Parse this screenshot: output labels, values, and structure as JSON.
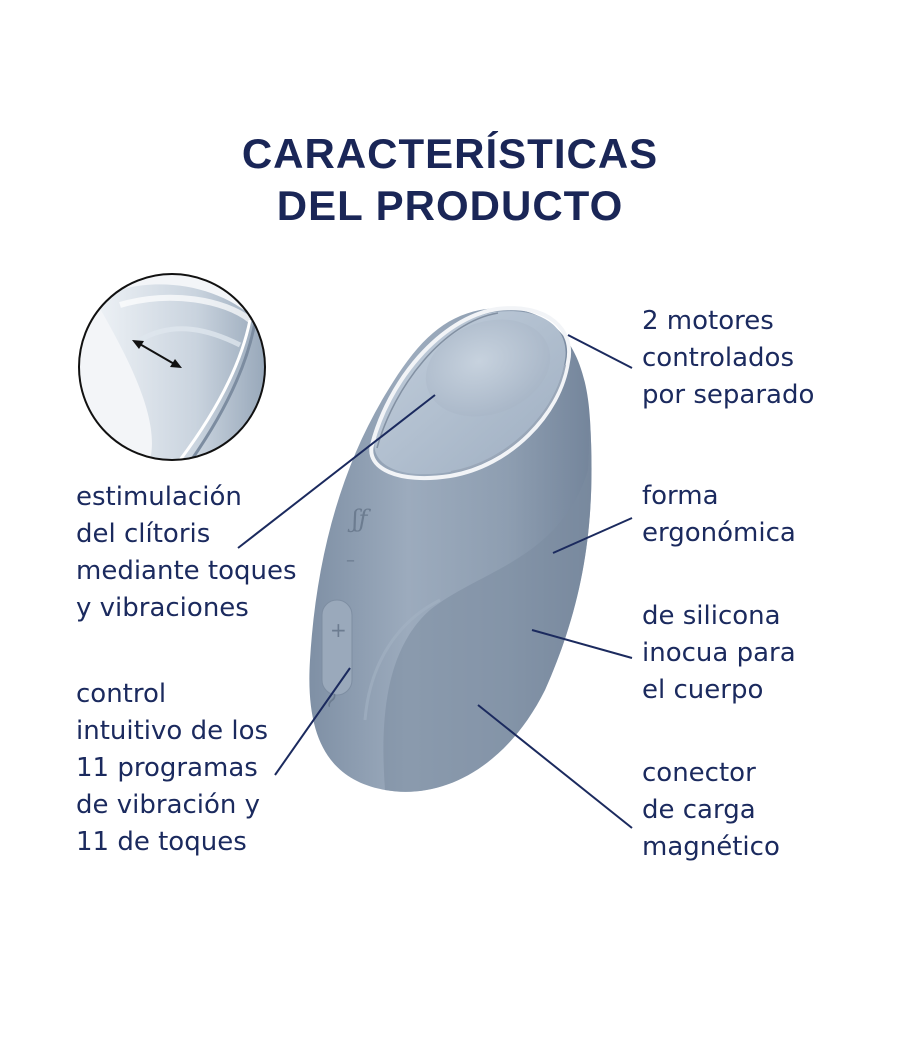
{
  "title": {
    "line1": "CARACTERÍSTICAS",
    "line2": "DEL PRODUCTO"
  },
  "features": {
    "motors": [
      "2 motores",
      "controlados",
      "por separado"
    ],
    "stimulation": [
      "estimulación",
      "del clítoris",
      "mediante toques",
      "y vibraciones"
    ],
    "ergonomic": [
      "forma",
      "ergonómica"
    ],
    "silicone": [
      "de silicona",
      "inocua para",
      "el cuerpo"
    ],
    "control": [
      "control",
      "intuitivo de los",
      "11 programas",
      "de vibración y",
      "11 de toques"
    ],
    "charger": [
      "conector",
      "de carga",
      "magnético"
    ]
  },
  "device": {
    "logo": "ʃƒ",
    "minus": "–",
    "plus": "+",
    "wave": "~"
  },
  "colors": {
    "navy": "#1b2a5e",
    "device_body": "#8d9db0",
    "device_light": "#b7c4d3",
    "device_dark": "#6f7f93"
  }
}
